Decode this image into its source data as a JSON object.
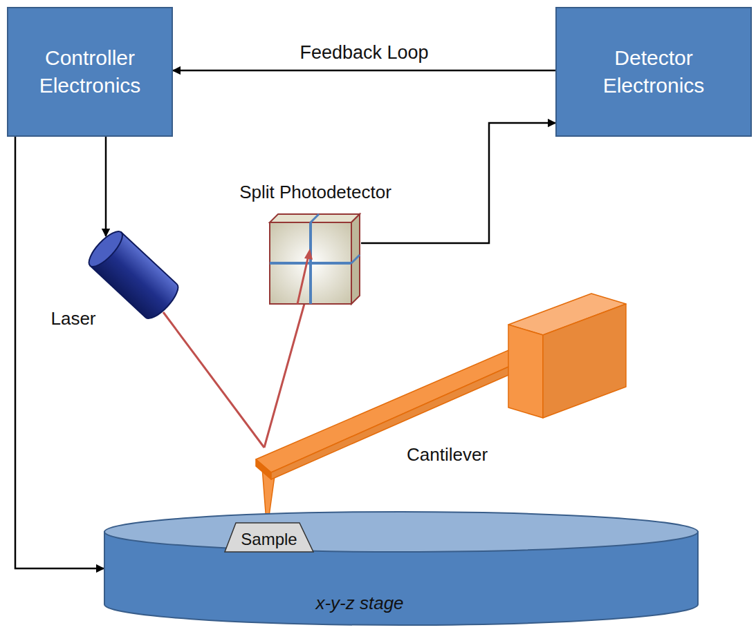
{
  "diagram": {
    "nodes": [
      {
        "text": [
          "Controller Electronics"
        ]
      },
      {
        "text": [
          "Detector Electronics"
        ]
      },
      {
        "text": [
          "Split Photodetector"
        ]
      },
      {
        "text": [
          "Laser"
        ]
      },
      {
        "text": [
          "x-y-z stage"
        ]
      },
      {
        "text": [
          "Sample"
        ],
        "in": 4
      }
    ],
    "edges": [
      {
        "from": 1,
        "to": 0,
        "arrow": "to",
        "label": "Feedback Loop"
      },
      {
        "from": 0,
        "to": 3,
        "arrow": "to"
      },
      {
        "from": 2,
        "to": 1,
        "arrow": "to"
      },
      {
        "from": 0,
        "to": 4,
        "arrow": "to"
      }
    ],
    "labels": [
      "Cantilever"
    ]
  }
}
